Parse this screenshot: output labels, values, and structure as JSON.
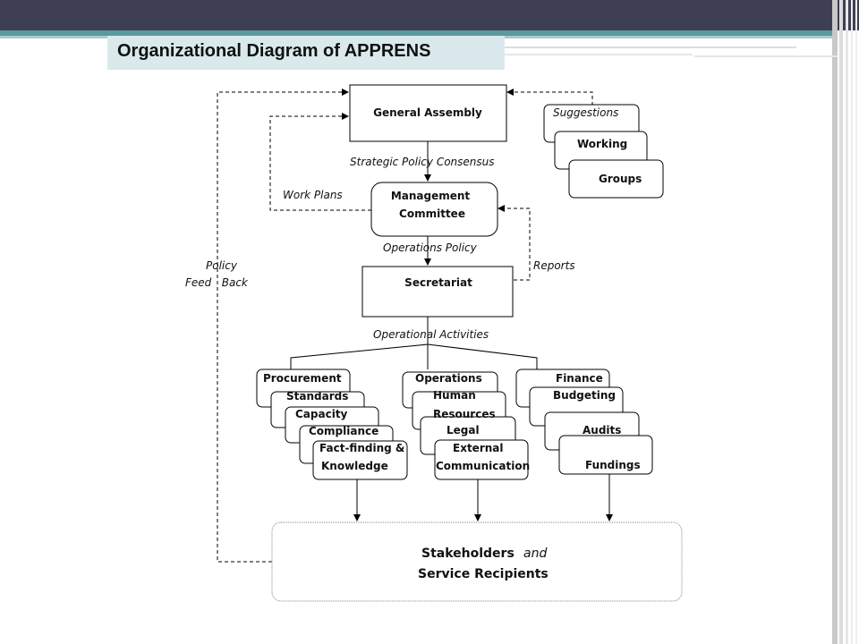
{
  "title": "Organizational Diagram of APPRENS",
  "nodes": {
    "general_assembly": "General Assembly",
    "management_committee_1": "Management",
    "management_committee_2": "Committee",
    "secretariat": "Secretariat",
    "stakeholders": "Stakeholders",
    "stakeholders_and": "and",
    "service_recipients": "Service Recipients"
  },
  "working_groups": [
    "Suggestions",
    "Working",
    "Groups"
  ],
  "flow_labels": {
    "strategic": "Strategic Policy Consensus",
    "work_plans": "Work Plans",
    "operations_policy": "Operations Policy",
    "reports": "Reports",
    "policy": "Policy",
    "feed_back": "Feed   Back",
    "operational_activities": "Operational Activities"
  },
  "procurement_stack": [
    "Procurement",
    "Standards",
    "Capacity",
    "Compliance",
    "Fact-finding &",
    "Knowledge"
  ],
  "operations_stack": [
    "Operations",
    "Human",
    "Resources",
    "Legal",
    "External",
    "Communication"
  ],
  "finance_stack": [
    "Finance",
    "Budgeting",
    "Audits",
    "Fundings"
  ]
}
